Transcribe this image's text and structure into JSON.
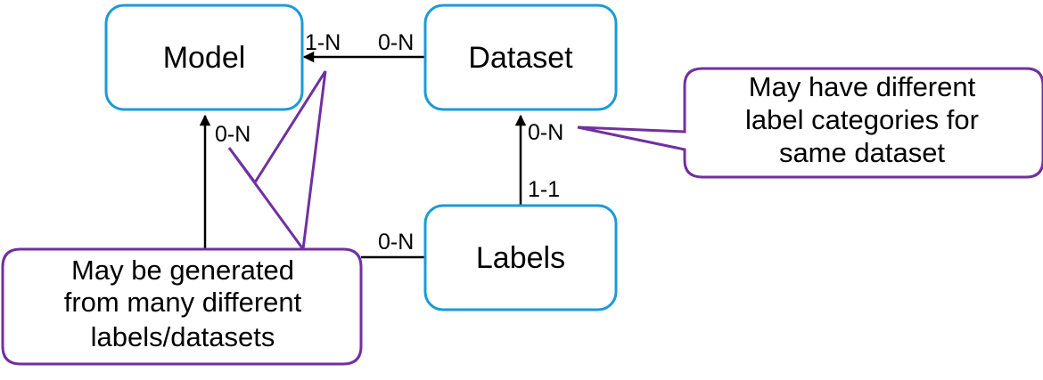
{
  "entities": {
    "model": "Model",
    "dataset": "Dataset",
    "labels": "Labels"
  },
  "relationships": {
    "dataset_to_model": {
      "near_model": "1-N",
      "near_dataset": "0-N"
    },
    "labels_to_dataset": {
      "near_dataset": "0-N",
      "near_labels": "1-1"
    },
    "labels_to_model": {
      "near_model": "0-N",
      "near_labels": "0-N"
    }
  },
  "callouts": {
    "dataset_note": [
      "May have different",
      "label categories for",
      "same dataset"
    ],
    "model_note": [
      "May be generated",
      "from many different",
      "labels/datasets"
    ]
  },
  "colors": {
    "entity_border": "#1a9bd7",
    "callout_border": "#7030a0",
    "connector": "#000000"
  }
}
